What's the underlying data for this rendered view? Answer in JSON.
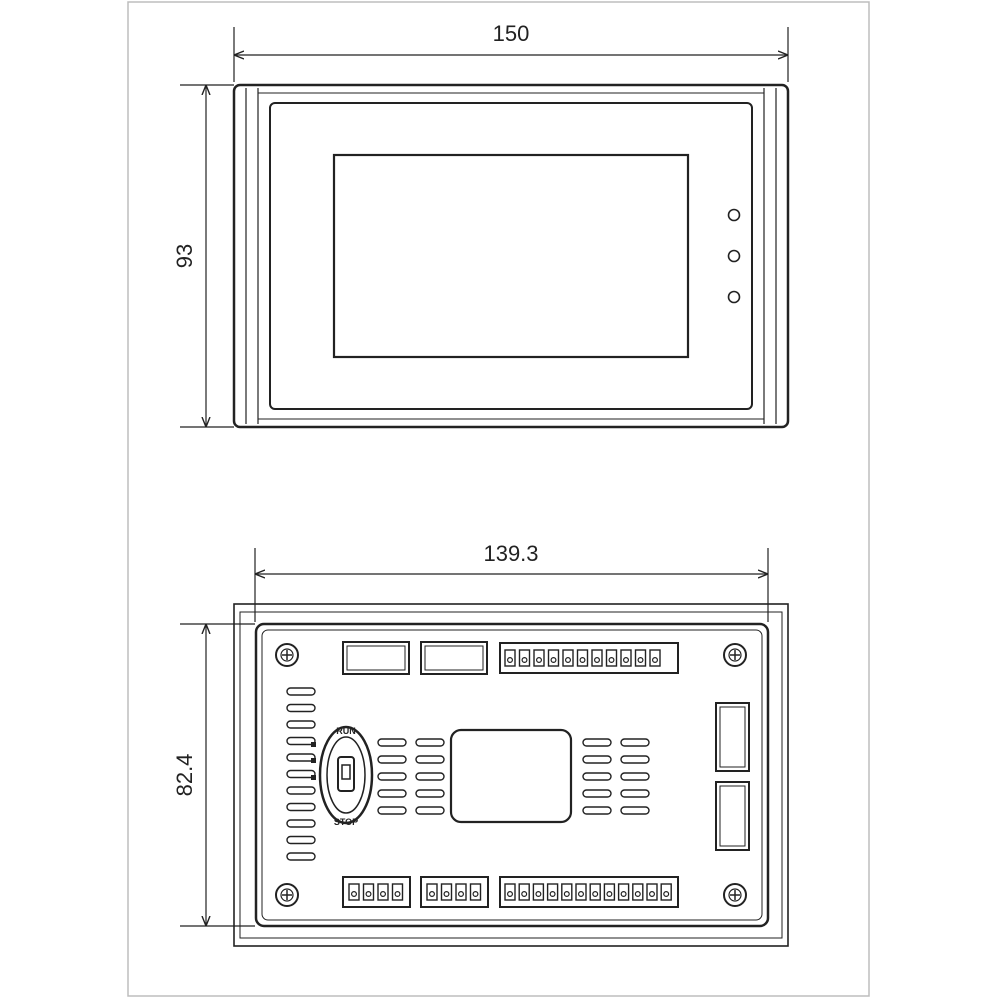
{
  "front_view": {
    "width_dimension": "150",
    "height_dimension": "93",
    "indicator_count": 3
  },
  "rear_view": {
    "width_dimension": "139.3",
    "height_dimension": "82.4",
    "switch_label_top": "RUN",
    "switch_label_bottom": "STOP",
    "top_terminal_pins": 11,
    "bottom_terminal_left_pins": 4,
    "bottom_terminal_mid_pins": 4,
    "bottom_terminal_right_pins": 12
  },
  "colors": {
    "line": "#222222",
    "paper": "#ffffff",
    "border": "#bdbdbd"
  }
}
